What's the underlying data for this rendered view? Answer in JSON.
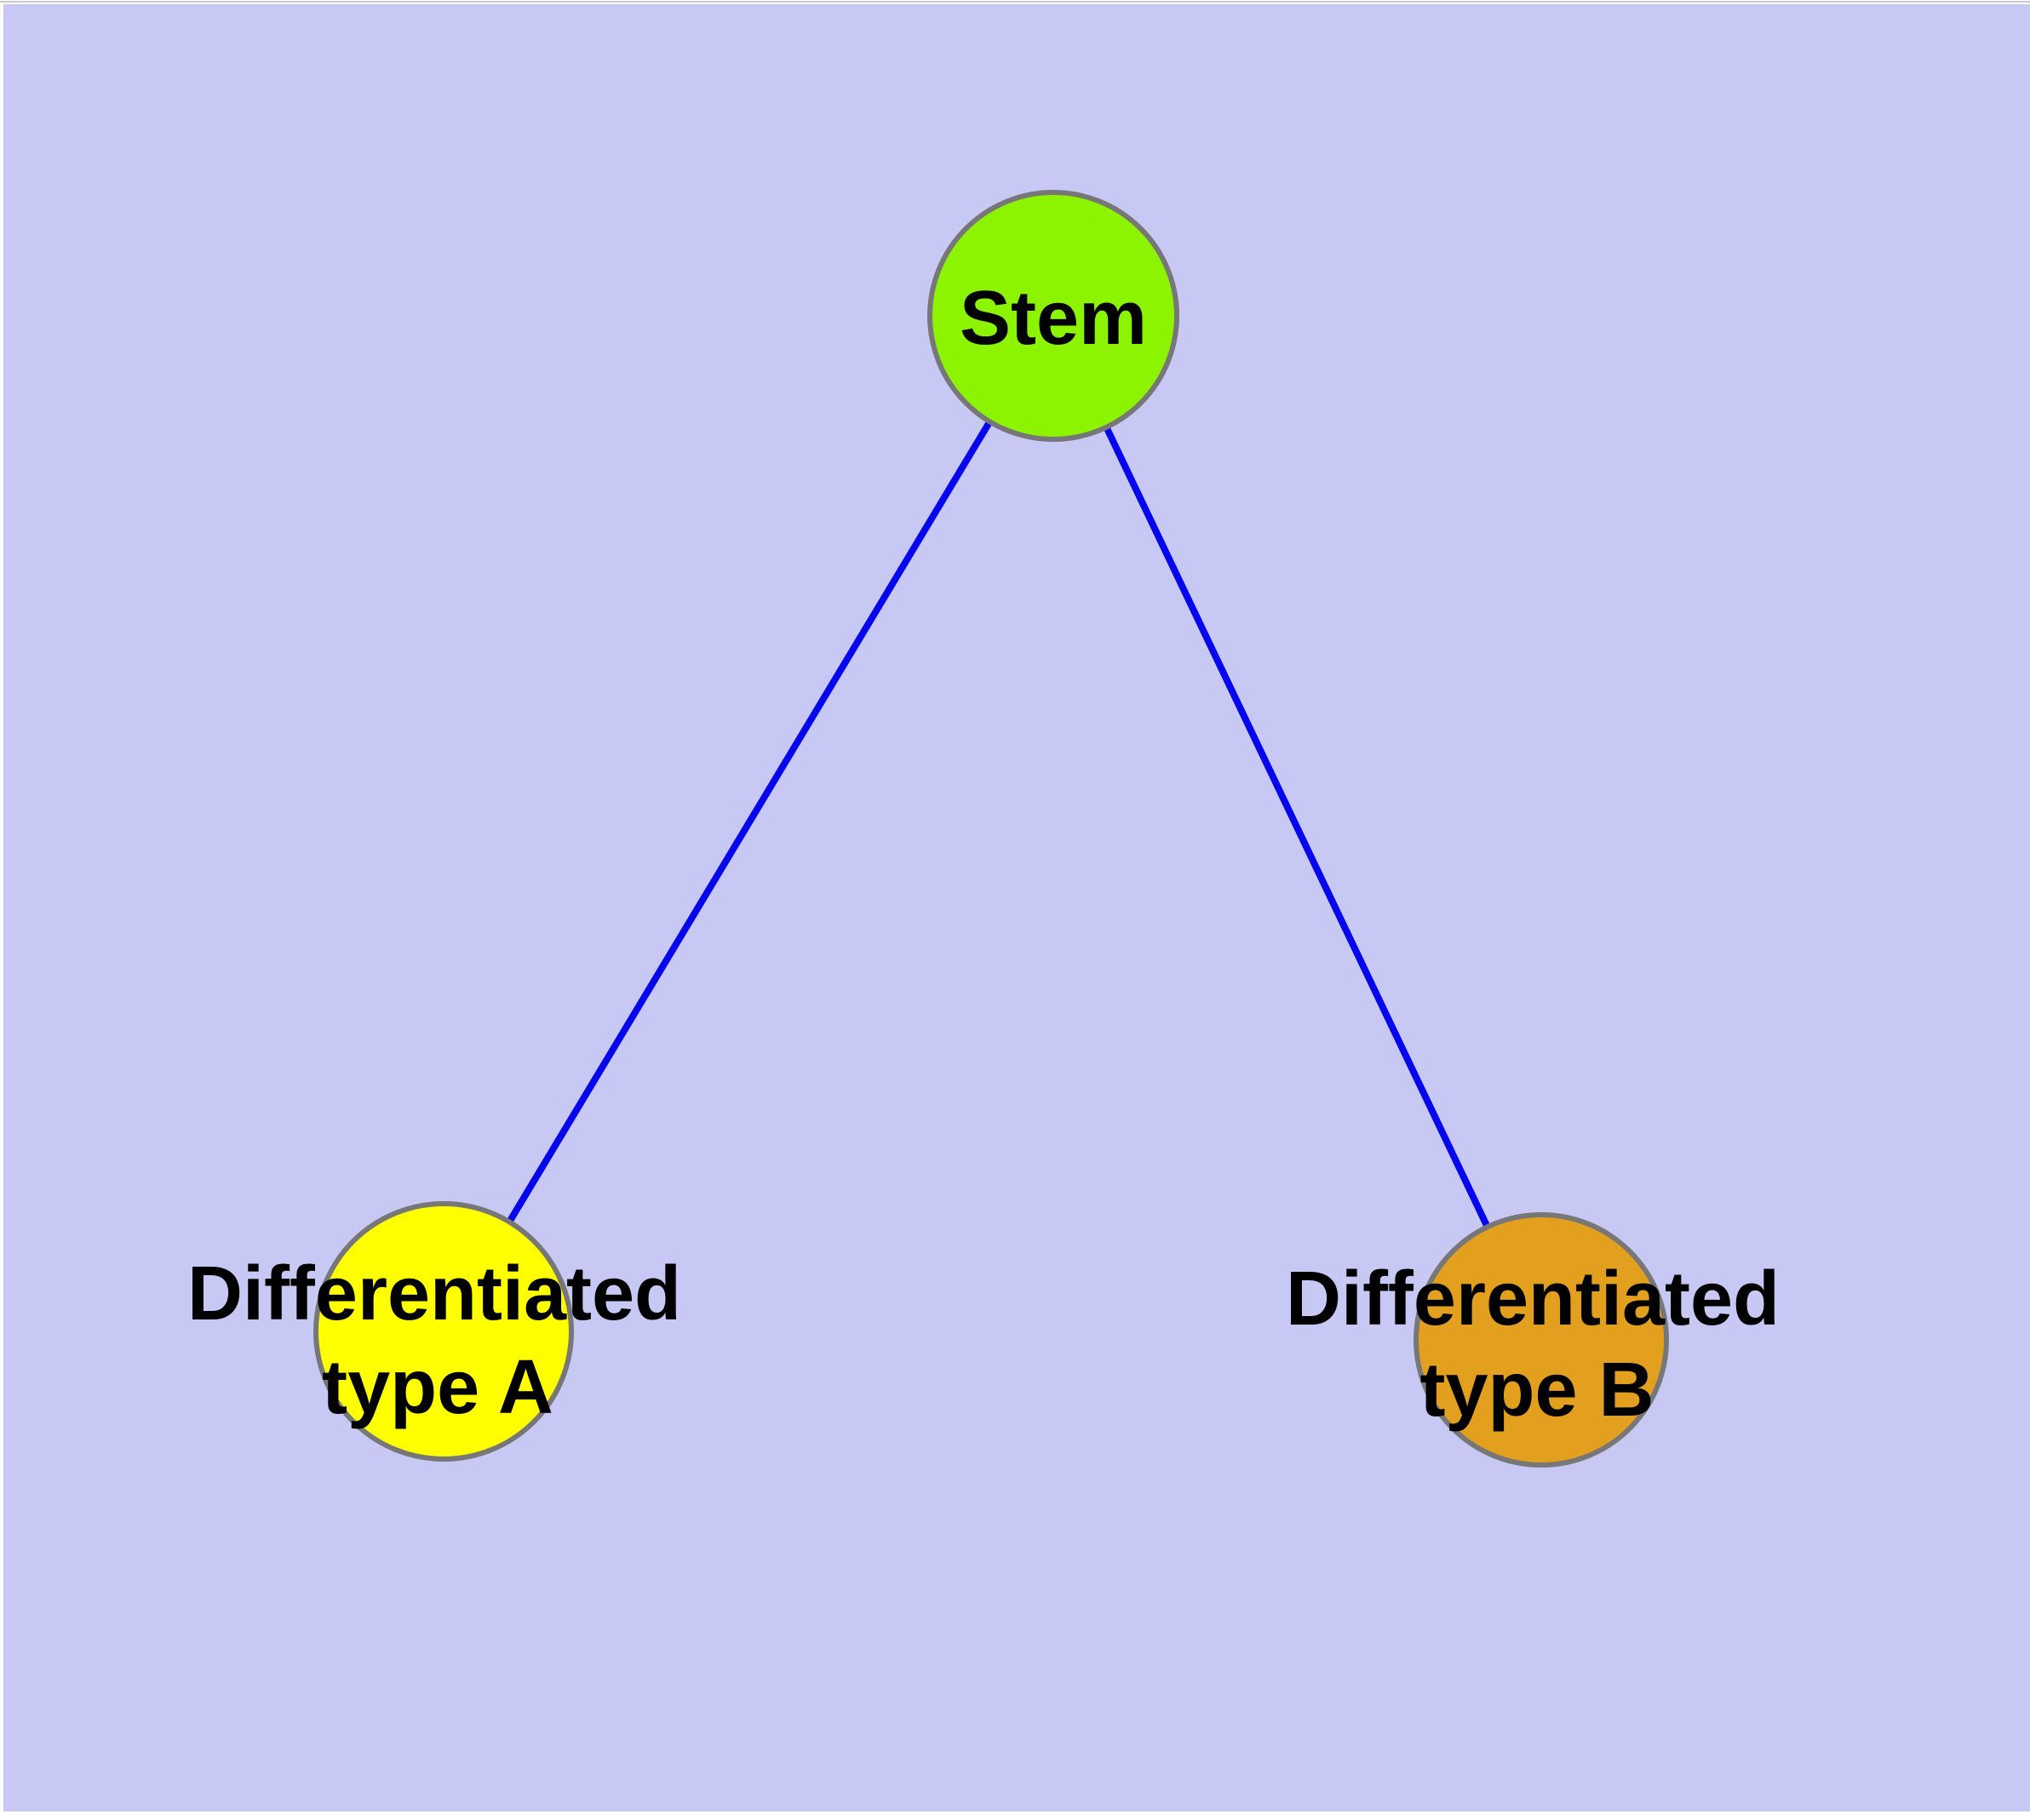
{
  "figure": {
    "description": "Stem cell differentiation graph: one stem node connected to two differentiated cell-type nodes",
    "background_color": "#c8c8f5",
    "margin_color": "#ffffff",
    "text_color": "#000000",
    "edge_color": "#0606ee",
    "node_border_color": "#777777",
    "nodes": [
      {
        "id": "stem",
        "label": "Stem",
        "fill": "#8cf400"
      },
      {
        "id": "type-a",
        "line1": "Differentiated",
        "line2": "type A",
        "fill": "#ffff00"
      },
      {
        "id": "type-b",
        "line1": "Differentiated",
        "line2": "type B",
        "fill": "#e3a01f"
      }
    ],
    "edges": [
      {
        "from": "Stem",
        "to": "Differentiated type A"
      },
      {
        "from": "Stem",
        "to": "Differentiated type B"
      }
    ]
  }
}
